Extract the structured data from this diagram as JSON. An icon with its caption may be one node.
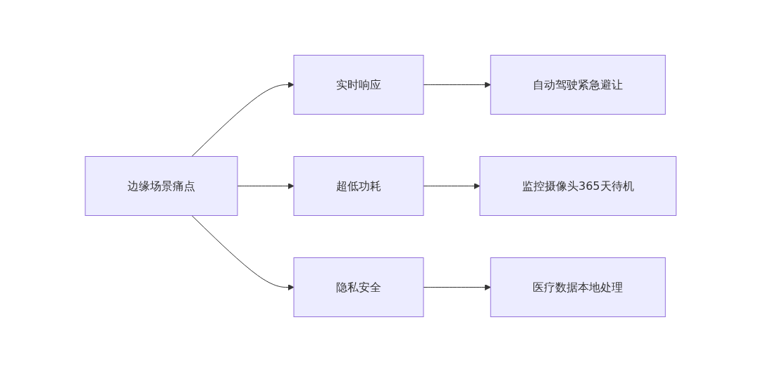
{
  "diagram": {
    "nodes": [
      {
        "text": [
          "边缘场景痛点"
        ]
      },
      {
        "text": [
          "实时响应"
        ]
      },
      {
        "text": [
          "自动驾驶紧急避让"
        ]
      },
      {
        "text": [
          "超低功耗"
        ]
      },
      {
        "text": [
          "监控摄像头365天待机"
        ]
      },
      {
        "text": [
          "隐私安全"
        ]
      },
      {
        "text": [
          "医疗数据本地处理"
        ]
      }
    ],
    "edges": [
      {
        "from": 0,
        "to": 1,
        "arrow": "to"
      },
      {
        "from": 0,
        "to": 3,
        "arrow": "to"
      },
      {
        "from": 0,
        "to": 5,
        "arrow": "to"
      },
      {
        "from": 1,
        "to": 2,
        "arrow": "to"
      },
      {
        "from": 3,
        "to": 4,
        "arrow": "to"
      },
      {
        "from": 5,
        "to": 6,
        "arrow": "to"
      }
    ]
  }
}
